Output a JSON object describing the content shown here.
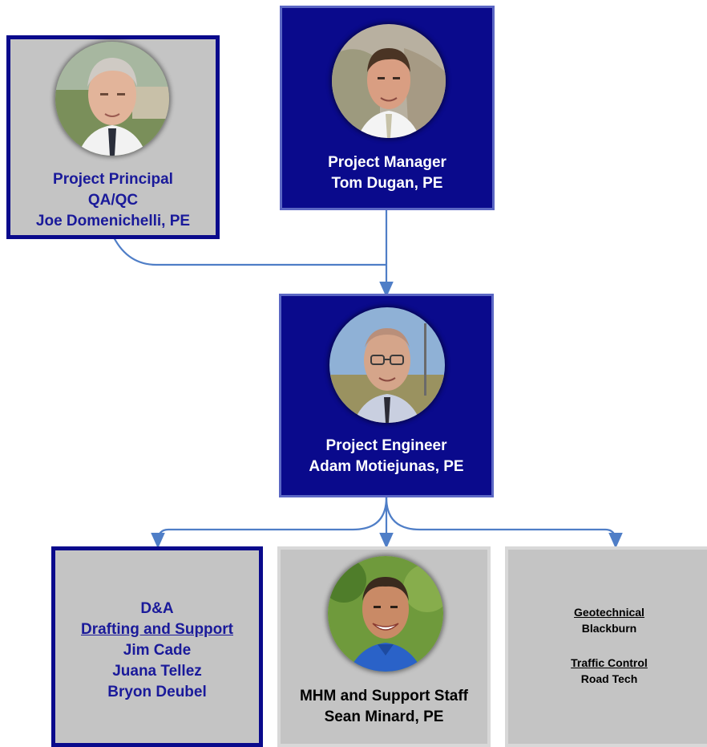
{
  "principal": {
    "title": "Project Principal",
    "role": "QA/QC",
    "name": "Joe Domenichelli, PE",
    "photo": "portrait-older-man-gray-hair"
  },
  "manager": {
    "title": "Project Manager",
    "name": "Tom Dugan, PE",
    "photo": "portrait-man-rocks-background"
  },
  "engineer": {
    "title": "Project Engineer",
    "name": "Adam Motiejunas, PE",
    "photo": "portrait-bald-man-glasses"
  },
  "drafting": {
    "title": "D&A",
    "subtitle": "Drafting and Support",
    "members": [
      "Jim Cade",
      "Juana Tellez",
      "Bryon Deubel"
    ]
  },
  "mhm": {
    "title": "MHM and Support Staff",
    "name": "Sean Minard, PE",
    "photo": "portrait-smiling-man-trees"
  },
  "consultants": {
    "items": [
      {
        "heading": "Geotechnical",
        "name": "Blackburn"
      },
      {
        "heading": "Traffic Control",
        "name": "Road Tech"
      }
    ]
  },
  "colors": {
    "navy": "#0a0a8c",
    "navy_border": "#5b67c4",
    "grey": "#c4c4c4",
    "connector": "#4f7ec7"
  }
}
